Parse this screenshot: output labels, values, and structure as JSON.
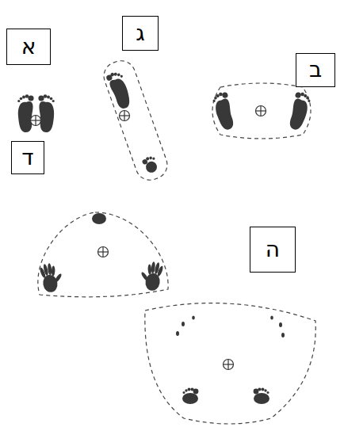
{
  "diagram": {
    "nodes": [
      {
        "text": [
          "א"
        ]
      },
      {
        "text": [
          "ג"
        ]
      },
      {
        "text": [
          "ב"
        ]
      },
      {
        "text": [
          "ד"
        ]
      },
      {
        "text": [
          "ה"
        ]
      }
    ]
  }
}
